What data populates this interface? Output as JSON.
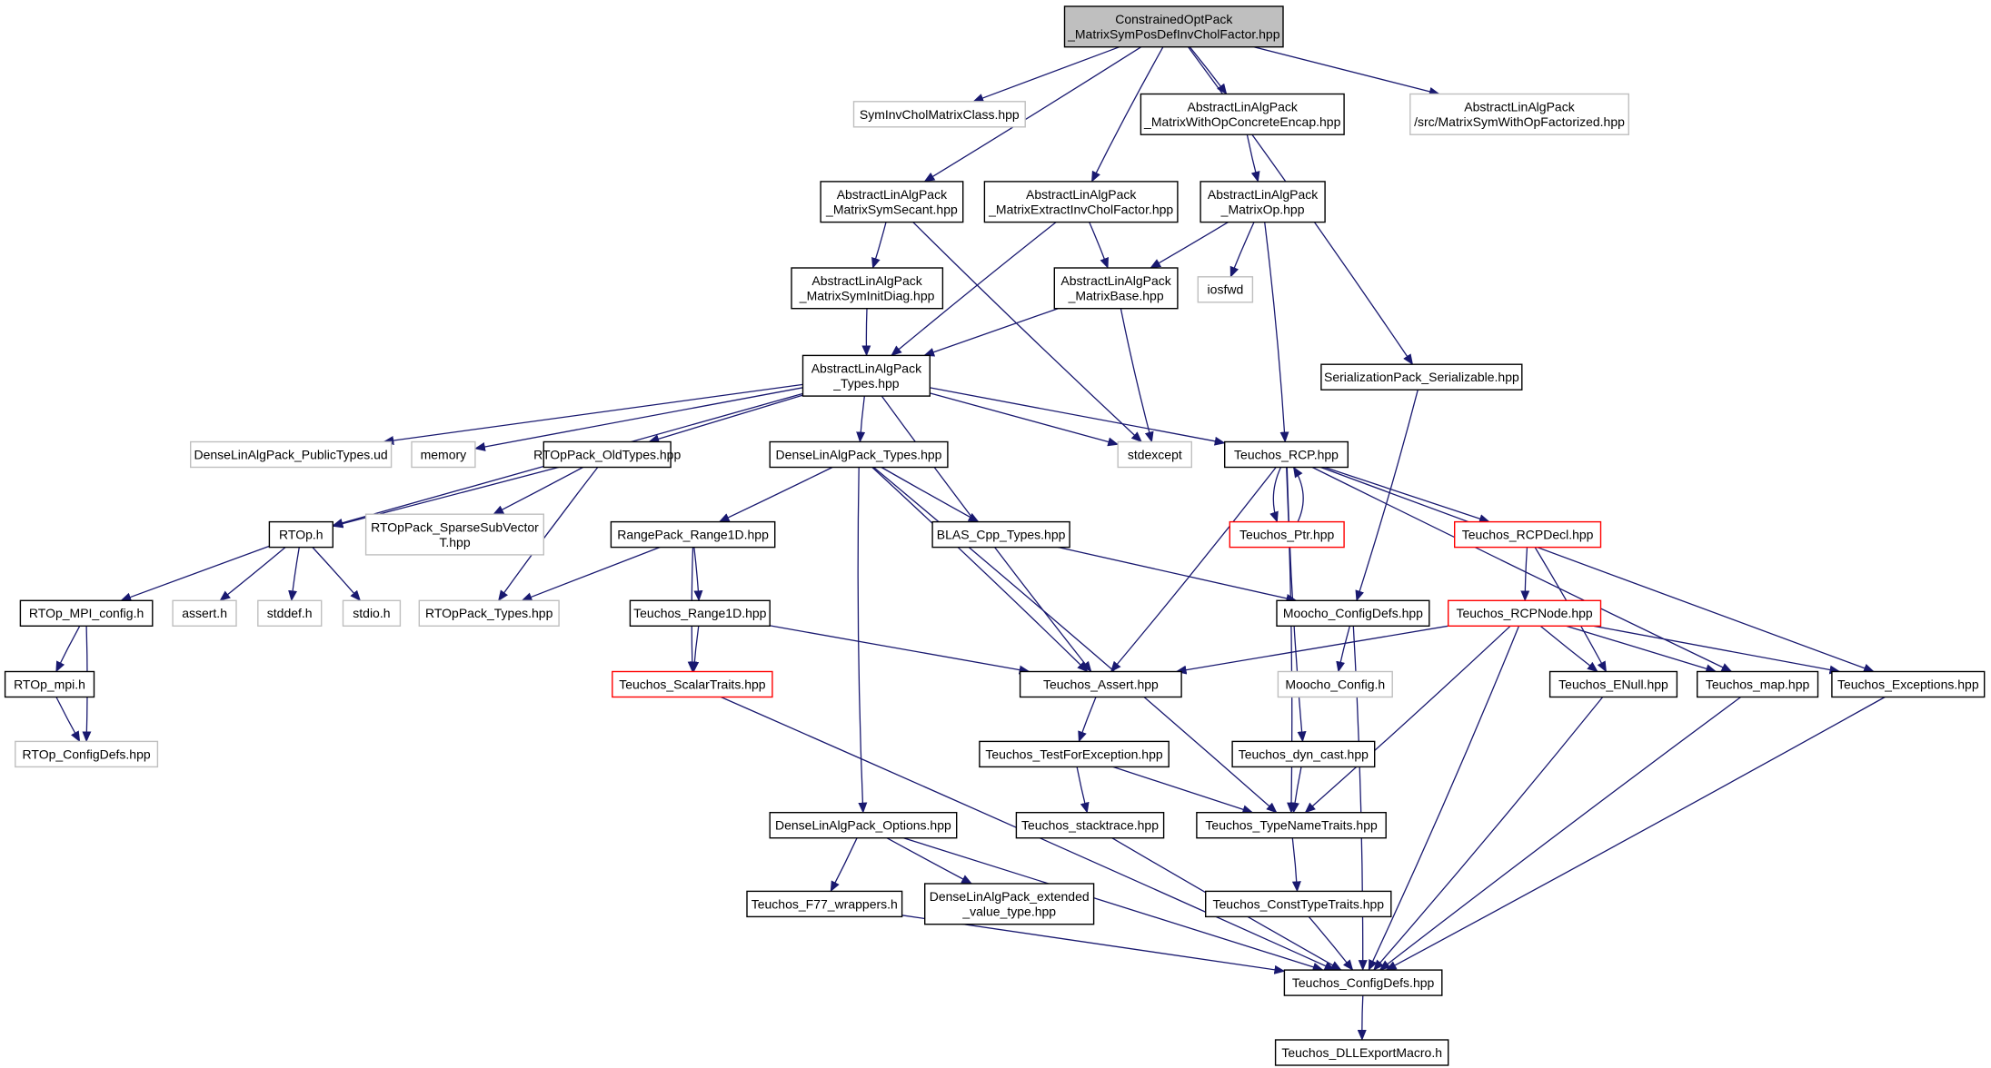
{
  "colors": {
    "edge": "#191970",
    "root_fill": "#bfbfbf",
    "node_fill": "#ffffff",
    "border_black": "#000000",
    "border_gray": "#bfbfbf",
    "border_red": "#ff0000"
  },
  "nodes": [
    {
      "id": "root",
      "lines": [
        "ConstrainedOptPack",
        "_MatrixSymPosDefInvCholFactor.hpp"
      ],
      "style": "root"
    },
    {
      "id": "symInvChol",
      "lines": [
        "SymInvCholMatrixClass.hpp"
      ],
      "style": "gray"
    },
    {
      "id": "withOpConcrete",
      "lines": [
        "AbstractLinAlgPack",
        "_MatrixWithOpConcreteEncap.hpp"
      ],
      "style": "black"
    },
    {
      "id": "symWithOpFact",
      "lines": [
        "AbstractLinAlgPack",
        "/src/MatrixSymWithOpFactorized.hpp"
      ],
      "style": "gray"
    },
    {
      "id": "symSecant",
      "lines": [
        "AbstractLinAlgPack",
        "_MatrixSymSecant.hpp"
      ],
      "style": "black"
    },
    {
      "id": "extractInvChol",
      "lines": [
        "AbstractLinAlgPack",
        "_MatrixExtractInvCholFactor.hpp"
      ],
      "style": "black"
    },
    {
      "id": "matrixOp",
      "lines": [
        "AbstractLinAlgPack",
        "_MatrixOp.hpp"
      ],
      "style": "black"
    },
    {
      "id": "symInitDiag",
      "lines": [
        "AbstractLinAlgPack",
        "_MatrixSymInitDiag.hpp"
      ],
      "style": "black"
    },
    {
      "id": "matrixBase",
      "lines": [
        "AbstractLinAlgPack",
        "_MatrixBase.hpp"
      ],
      "style": "black"
    },
    {
      "id": "iosfwd",
      "lines": [
        "iosfwd"
      ],
      "style": "gray"
    },
    {
      "id": "alaTypes",
      "lines": [
        "AbstractLinAlgPack",
        "_Types.hpp"
      ],
      "style": "black"
    },
    {
      "id": "serializable",
      "lines": [
        "SerializationPack_Serializable.hpp"
      ],
      "style": "black"
    },
    {
      "id": "publicTypes",
      "lines": [
        "DenseLinAlgPack_PublicTypes.ud"
      ],
      "style": "gray"
    },
    {
      "id": "memory",
      "lines": [
        "memory"
      ],
      "style": "gray"
    },
    {
      "id": "rtopOldTypes",
      "lines": [
        "RTOpPack_OldTypes.hpp"
      ],
      "style": "black"
    },
    {
      "id": "dlaTypes",
      "lines": [
        "DenseLinAlgPack_Types.hpp"
      ],
      "style": "black"
    },
    {
      "id": "stdexcept",
      "lines": [
        "stdexcept"
      ],
      "style": "gray"
    },
    {
      "id": "rcp",
      "lines": [
        "Teuchos_RCP.hpp"
      ],
      "style": "black"
    },
    {
      "id": "rtopH",
      "lines": [
        "RTOp.h"
      ],
      "style": "black"
    },
    {
      "id": "sparseSub",
      "lines": [
        "RTOpPack_SparseSubVector",
        "T.hpp"
      ],
      "style": "gray"
    },
    {
      "id": "range1dPack",
      "lines": [
        "RangePack_Range1D.hpp"
      ],
      "style": "black"
    },
    {
      "id": "blasTypes",
      "lines": [
        "BLAS_Cpp_Types.hpp"
      ],
      "style": "black"
    },
    {
      "id": "ptr",
      "lines": [
        "Teuchos_Ptr.hpp"
      ],
      "style": "red"
    },
    {
      "id": "rcpDecl",
      "lines": [
        "Teuchos_RCPDecl.hpp"
      ],
      "style": "red"
    },
    {
      "id": "mpiConfig",
      "lines": [
        "RTOp_MPI_config.h"
      ],
      "style": "black"
    },
    {
      "id": "assertH",
      "lines": [
        "assert.h"
      ],
      "style": "gray"
    },
    {
      "id": "stddefH",
      "lines": [
        "stddef.h"
      ],
      "style": "gray"
    },
    {
      "id": "stdioH",
      "lines": [
        "stdio.h"
      ],
      "style": "gray"
    },
    {
      "id": "rtopPackTypes",
      "lines": [
        "RTOpPack_Types.hpp"
      ],
      "style": "gray"
    },
    {
      "id": "teuchosRange1d",
      "lines": [
        "Teuchos_Range1D.hpp"
      ],
      "style": "black"
    },
    {
      "id": "moochoDefs",
      "lines": [
        "Moocho_ConfigDefs.hpp"
      ],
      "style": "black"
    },
    {
      "id": "rcpNode",
      "lines": [
        "Teuchos_RCPNode.hpp"
      ],
      "style": "red"
    },
    {
      "id": "rtopMpi",
      "lines": [
        "RTOp_mpi.h"
      ],
      "style": "black"
    },
    {
      "id": "scalarTraits",
      "lines": [
        "Teuchos_ScalarTraits.hpp"
      ],
      "style": "red"
    },
    {
      "id": "teuchosAssert",
      "lines": [
        "Teuchos_Assert.hpp"
      ],
      "style": "black"
    },
    {
      "id": "moochoConfig",
      "lines": [
        "Moocho_Config.h"
      ],
      "style": "gray"
    },
    {
      "id": "enull",
      "lines": [
        "Teuchos_ENull.hpp"
      ],
      "style": "black"
    },
    {
      "id": "teuchosMap",
      "lines": [
        "Teuchos_map.hpp"
      ],
      "style": "black"
    },
    {
      "id": "exceptions",
      "lines": [
        "Teuchos_Exceptions.hpp"
      ],
      "style": "black"
    },
    {
      "id": "rtopConfigDefs",
      "lines": [
        "RTOp_ConfigDefs.hpp"
      ],
      "style": "gray"
    },
    {
      "id": "testForExc",
      "lines": [
        "Teuchos_TestForException.hpp"
      ],
      "style": "black"
    },
    {
      "id": "dynCast",
      "lines": [
        "Teuchos_dyn_cast.hpp"
      ],
      "style": "black"
    },
    {
      "id": "dlaOptions",
      "lines": [
        "DenseLinAlgPack_Options.hpp"
      ],
      "style": "black"
    },
    {
      "id": "stacktrace",
      "lines": [
        "Teuchos_stacktrace.hpp"
      ],
      "style": "black"
    },
    {
      "id": "typeNameTraits",
      "lines": [
        "Teuchos_TypeNameTraits.hpp"
      ],
      "style": "black"
    },
    {
      "id": "f77wrappers",
      "lines": [
        "Teuchos_F77_wrappers.h"
      ],
      "style": "black"
    },
    {
      "id": "extValueType",
      "lines": [
        "DenseLinAlgPack_extended",
        "_value_type.hpp"
      ],
      "style": "black"
    },
    {
      "id": "constTypeTraits",
      "lines": [
        "Teuchos_ConstTypeTraits.hpp"
      ],
      "style": "black"
    },
    {
      "id": "teuchosConfigDefs",
      "lines": [
        "Teuchos_ConfigDefs.hpp"
      ],
      "style": "black"
    },
    {
      "id": "dllExport",
      "lines": [
        "Teuchos_DLLExportMacro.h"
      ],
      "style": "black"
    }
  ],
  "edges": [
    [
      "root",
      "symInvChol"
    ],
    [
      "root",
      "withOpConcrete"
    ],
    [
      "root",
      "symWithOpFact"
    ],
    [
      "root",
      "symSecant"
    ],
    [
      "root",
      "extractInvChol"
    ],
    [
      "root",
      "serializable"
    ],
    [
      "withOpConcrete",
      "matrixOp"
    ],
    [
      "symSecant",
      "symInitDiag"
    ],
    [
      "symSecant",
      "stdexcept"
    ],
    [
      "extractInvChol",
      "matrixBase"
    ],
    [
      "extractInvChol",
      "alaTypes"
    ],
    [
      "matrixOp",
      "matrixBase"
    ],
    [
      "matrixOp",
      "iosfwd"
    ],
    [
      "matrixOp",
      "rcp"
    ],
    [
      "symInitDiag",
      "alaTypes"
    ],
    [
      "matrixBase",
      "alaTypes"
    ],
    [
      "matrixBase",
      "stdexcept"
    ],
    [
      "alaTypes",
      "publicTypes"
    ],
    [
      "alaTypes",
      "memory"
    ],
    [
      "alaTypes",
      "rtopOldTypes"
    ],
    [
      "alaTypes",
      "dlaTypes"
    ],
    [
      "alaTypes",
      "stdexcept"
    ],
    [
      "alaTypes",
      "rcp"
    ],
    [
      "alaTypes",
      "rtopH"
    ],
    [
      "alaTypes",
      "teuchosAssert"
    ],
    [
      "serializable",
      "moochoDefs"
    ],
    [
      "rtopOldTypes",
      "rtopH"
    ],
    [
      "rtopOldTypes",
      "sparseSub"
    ],
    [
      "rtopOldTypes",
      "rtopPackTypes"
    ],
    [
      "dlaTypes",
      "range1dPack"
    ],
    [
      "dlaTypes",
      "blasTypes"
    ],
    [
      "dlaTypes",
      "teuchosAssert"
    ],
    [
      "dlaTypes",
      "dlaOptions"
    ],
    [
      "dlaTypes",
      "typeNameTraits"
    ],
    [
      "rcp",
      "ptr"
    ],
    [
      "ptr",
      "rcp"
    ],
    [
      "rcp",
      "rcpDecl"
    ],
    [
      "rcp",
      "teuchosAssert"
    ],
    [
      "rcp",
      "dynCast"
    ],
    [
      "rcp",
      "typeNameTraits"
    ],
    [
      "rcp",
      "teuchosMap"
    ],
    [
      "rcp",
      "exceptions"
    ],
    [
      "rtopH",
      "mpiConfig"
    ],
    [
      "rtopH",
      "assertH"
    ],
    [
      "rtopH",
      "stddefH"
    ],
    [
      "rtopH",
      "stdioH"
    ],
    [
      "range1dPack",
      "rtopPackTypes"
    ],
    [
      "range1dPack",
      "teuchosRange1d"
    ],
    [
      "range1dPack",
      "scalarTraits"
    ],
    [
      "blasTypes",
      "moochoDefs"
    ],
    [
      "rcpDecl",
      "rcpNode"
    ],
    [
      "rcpDecl",
      "enull"
    ],
    [
      "mpiConfig",
      "rtopMpi"
    ],
    [
      "mpiConfig",
      "rtopConfigDefs"
    ],
    [
      "teuchosRange1d",
      "scalarTraits"
    ],
    [
      "teuchosRange1d",
      "teuchosAssert"
    ],
    [
      "moochoDefs",
      "moochoConfig"
    ],
    [
      "moochoDefs",
      "teuchosConfigDefs"
    ],
    [
      "rcpNode",
      "teuchosAssert"
    ],
    [
      "rcpNode",
      "typeNameTraits"
    ],
    [
      "rcpNode",
      "enull"
    ],
    [
      "rcpNode",
      "teuchosMap"
    ],
    [
      "rcpNode",
      "exceptions"
    ],
    [
      "rcpNode",
      "teuchosConfigDefs"
    ],
    [
      "rtopMpi",
      "rtopConfigDefs"
    ],
    [
      "scalarTraits",
      "teuchosConfigDefs"
    ],
    [
      "teuchosAssert",
      "testForExc"
    ],
    [
      "enull",
      "teuchosConfigDefs"
    ],
    [
      "teuchosMap",
      "teuchosConfigDefs"
    ],
    [
      "exceptions",
      "teuchosConfigDefs"
    ],
    [
      "testForExc",
      "stacktrace"
    ],
    [
      "testForExc",
      "typeNameTraits"
    ],
    [
      "dynCast",
      "typeNameTraits"
    ],
    [
      "dlaOptions",
      "f77wrappers"
    ],
    [
      "dlaOptions",
      "extValueType"
    ],
    [
      "dlaOptions",
      "teuchosConfigDefs"
    ],
    [
      "stacktrace",
      "teuchosConfigDefs"
    ],
    [
      "typeNameTraits",
      "constTypeTraits"
    ],
    [
      "f77wrappers",
      "teuchosConfigDefs"
    ],
    [
      "constTypeTraits",
      "teuchosConfigDefs"
    ],
    [
      "teuchosConfigDefs",
      "dllExport"
    ]
  ]
}
